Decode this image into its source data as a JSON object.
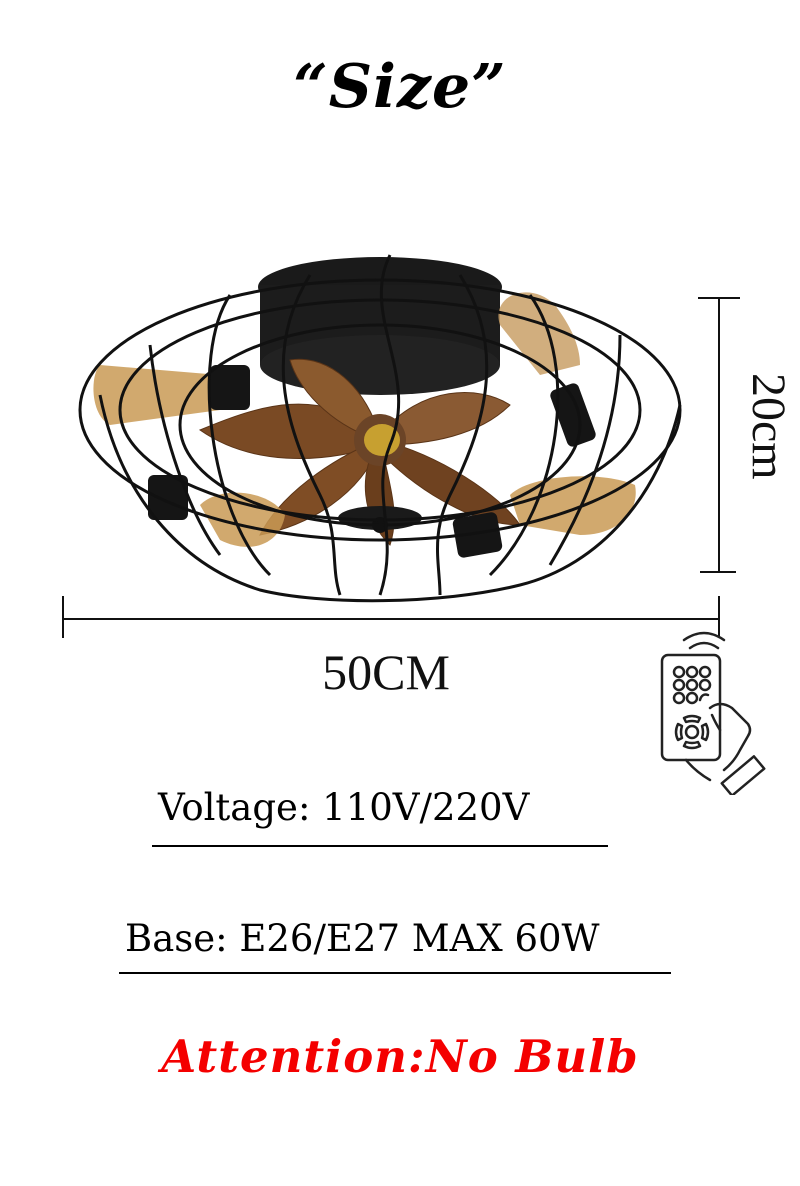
{
  "title": "“Size”",
  "product": {
    "name": "caged-ceiling-fan-with-lights",
    "colors": {
      "cage": "#111111",
      "blades": "#7a4a24",
      "bulb_glass": "#c99a55",
      "hub": "#c7a030"
    },
    "bulb_count": 4,
    "blade_count": 6
  },
  "dimensions": {
    "width_label": "50CM",
    "height_label": "20cm"
  },
  "remote_icon": "remote-control-in-hand-icon",
  "specs": [
    {
      "label": "Voltage: 110V/220V"
    },
    {
      "label": "Base: E26/E27 MAX 60W"
    }
  ],
  "attention": {
    "text": "Attention:No Bulb",
    "color": "#f40000"
  }
}
